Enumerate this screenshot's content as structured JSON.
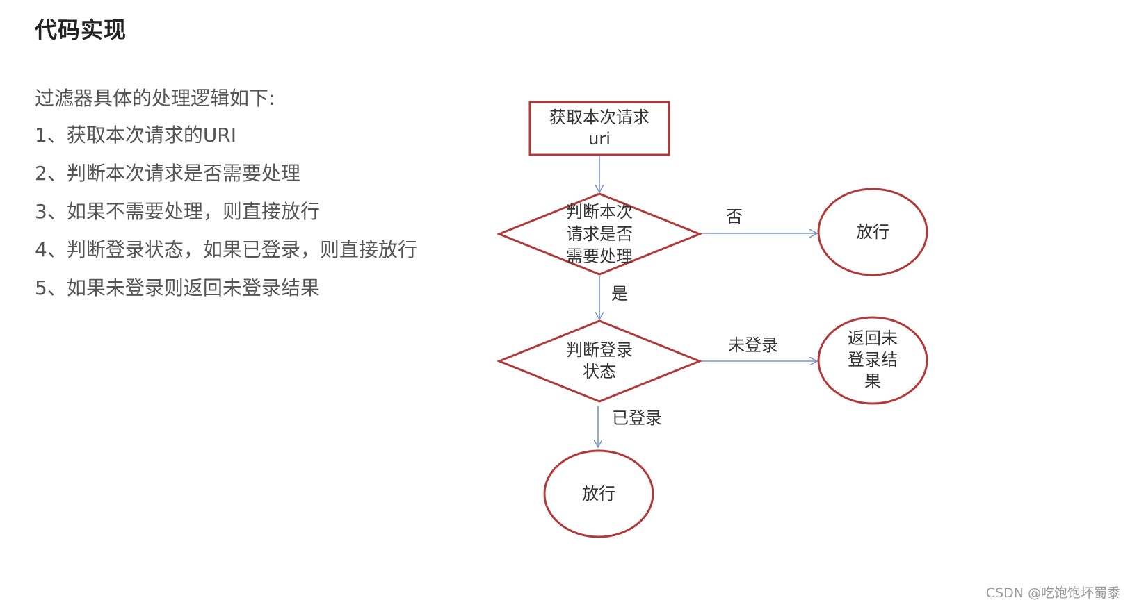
{
  "title": "代码实现",
  "intro": "过滤器具体的处理逻辑如下:",
  "steps": [
    "1、获取本次请求的URI",
    "2、判断本次请求是否需要处理",
    "3、如果不需要处理，则直接放行",
    "4、判断登录状态，如果已登录，则直接放行",
    "5、如果未登录则返回未登录结果"
  ],
  "flowchart": {
    "start": [
      "获取本次请求",
      "uri"
    ],
    "decision1": [
      "判断本次",
      "请求是否",
      "需要处理"
    ],
    "decision1_no_label": "否",
    "decision1_yes_label": "是",
    "pass1": [
      "放行"
    ],
    "decision2": [
      "判断登录",
      "状态"
    ],
    "decision2_no_label": "未登录",
    "decision2_yes_label": "已登录",
    "result": [
      "返回未",
      "登录结",
      "果"
    ],
    "pass2": [
      "放行"
    ]
  },
  "colors": {
    "shape_stroke": "#b03a3a",
    "arrow": "#7a95c4",
    "text": "#333333"
  },
  "watermark": "CSDN @吃饱饱坏蜀黍"
}
